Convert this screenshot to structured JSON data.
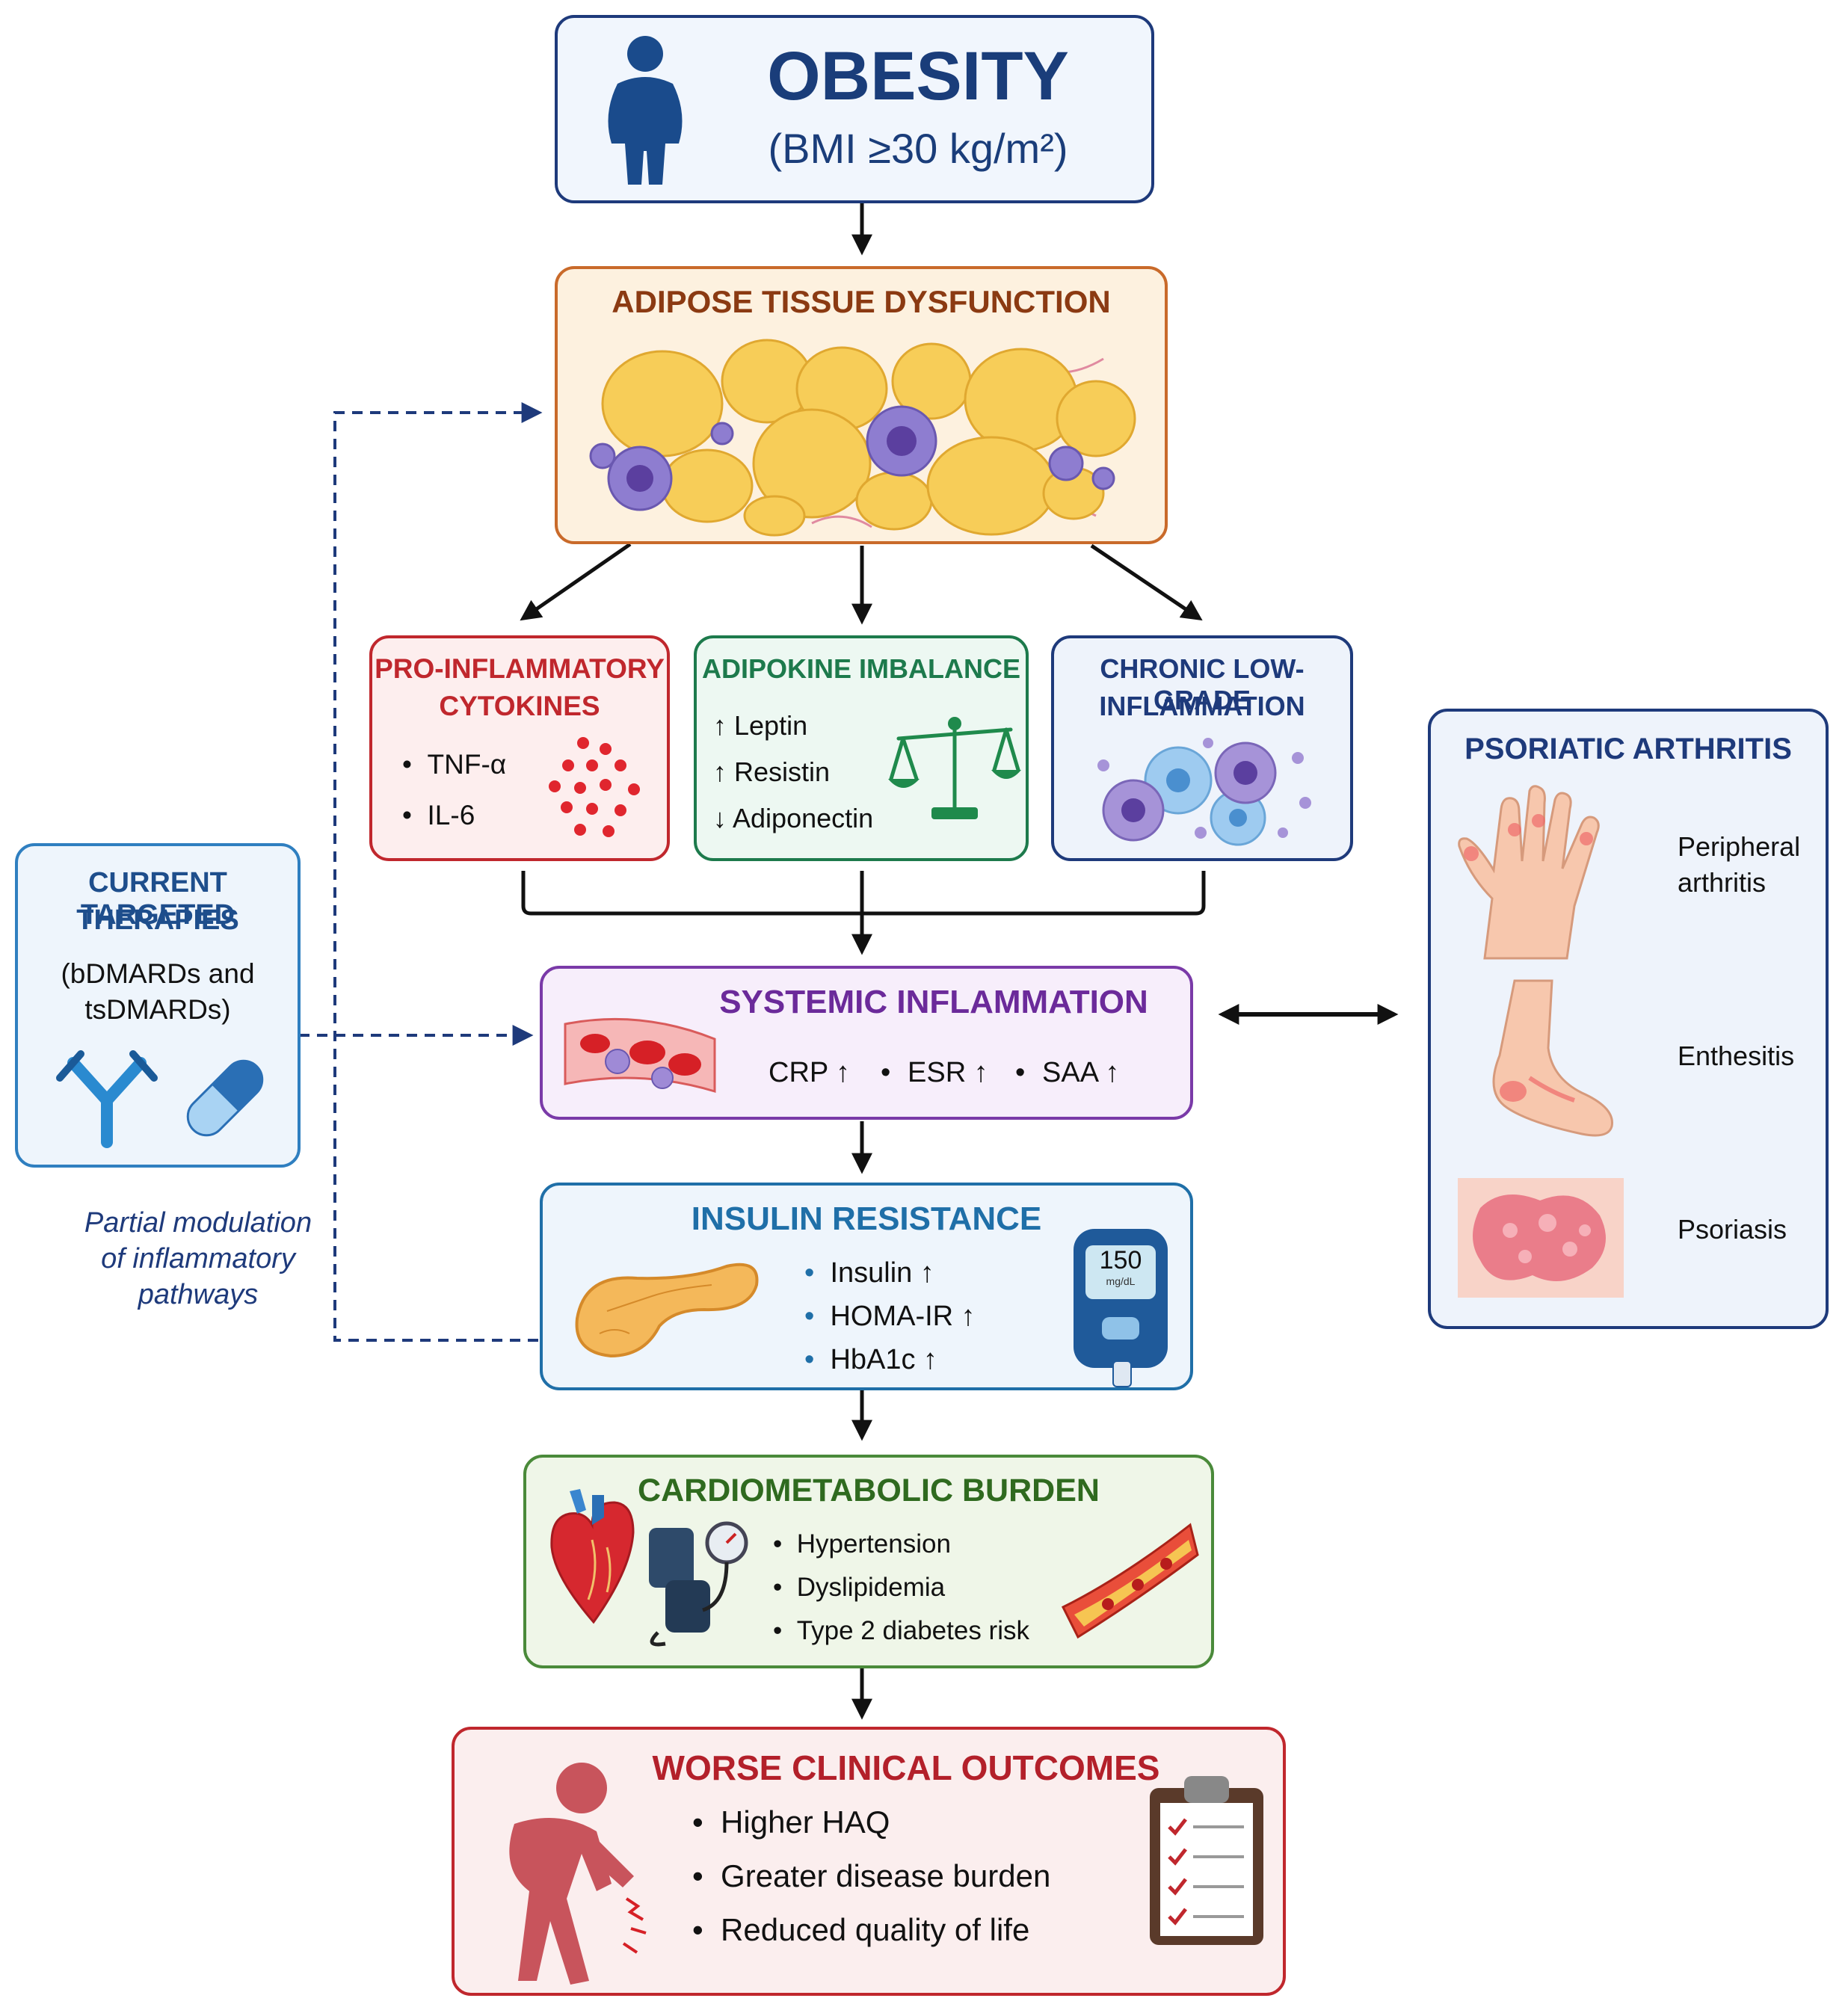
{
  "obesity": {
    "title": "OBESITY",
    "subtitle": "(BMI ≥30 kg/m²)"
  },
  "adipose": {
    "title": "ADIPOSE TISSUE DYSFUNCTION"
  },
  "cytokines": {
    "title_line1": "PRO-INFLAMMATORY",
    "title_line2": "CYTOKINES",
    "items": [
      "TNF-α",
      "IL-6"
    ]
  },
  "adipokine": {
    "title": "ADIPOKINE IMBALANCE",
    "items": [
      {
        "arrow": "↑",
        "text": "Leptin"
      },
      {
        "arrow": "↑",
        "text": "Resistin"
      },
      {
        "arrow": "↓",
        "text": "Adiponectin"
      }
    ]
  },
  "chronic": {
    "title_line1": "CHRONIC LOW-GRADE",
    "title_line2": "INFLAMMATION"
  },
  "systemic": {
    "title": "SYSTEMIC INFLAMMATION",
    "markers": [
      "CRP ↑",
      "ESR ↑",
      "SAA ↑"
    ]
  },
  "insulin": {
    "title": "INSULIN RESISTANCE",
    "items": [
      "Insulin ↑",
      "HOMA-IR ↑",
      "HbA1c ↑"
    ],
    "meter_value": "150",
    "meter_unit": "mg/dL"
  },
  "cardio": {
    "title": "CARDIOMETABOLIC BURDEN",
    "items": [
      "Hypertension",
      "Dyslipidemia",
      "Type 2 diabetes risk"
    ]
  },
  "outcomes": {
    "title": "WORSE CLINICAL OUTCOMES",
    "items": [
      "Higher HAQ",
      "Greater disease burden",
      "Reduced quality of life"
    ]
  },
  "therapies": {
    "title_line1": "CURRENT TARGETED",
    "title_line2": "THERAPIES",
    "sub_line1": "(bDMARDs and",
    "sub_line2": "tsDMARDs)"
  },
  "modulation": {
    "line1": "Partial modulation",
    "line2": "of inflammatory",
    "line3": "pathways"
  },
  "psa": {
    "title": "PSORIATIC ARTHRITIS",
    "items": [
      {
        "line1": "Peripheral",
        "line2": "arthritis"
      },
      {
        "line1": "Enthesitis"
      },
      {
        "line1": "Psoriasis"
      }
    ]
  },
  "colors": {
    "navy": "#1e3a7b",
    "brown": "#8b3a12",
    "red": "#c0272d",
    "green": "#1d7a4c",
    "purple": "#6b2a9a",
    "teal": "#1f6fa8",
    "darkgreen": "#2f6a1f",
    "crimson": "#b3202a"
  }
}
